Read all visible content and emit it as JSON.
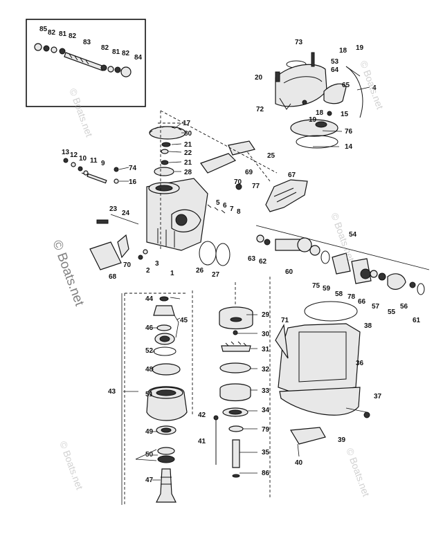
{
  "watermark": {
    "text": "© Boats.net"
  },
  "callouts": [
    "85",
    "82",
    "81",
    "82",
    "83",
    "82",
    "81",
    "82",
    "84",
    "73",
    "53",
    "64",
    "18",
    "19",
    "20",
    "72",
    "65",
    "4",
    "18",
    "19",
    "15",
    "76",
    "14",
    "17",
    "80",
    "21",
    "22",
    "21",
    "28",
    "25",
    "13",
    "12",
    "10",
    "11",
    "9",
    "74",
    "16",
    "69",
    "70",
    "77",
    "67",
    "5",
    "6",
    "7",
    "8",
    "23",
    "24",
    "54",
    "63",
    "62",
    "60",
    "75",
    "59",
    "58",
    "78",
    "66",
    "57",
    "55",
    "56",
    "61",
    "70",
    "68",
    "2",
    "3",
    "1",
    "26",
    "27",
    "44",
    "45",
    "46",
    "29",
    "30",
    "31",
    "52",
    "32",
    "48",
    "43",
    "51",
    "33",
    "71",
    "38",
    "36",
    "37",
    "42",
    "34",
    "79",
    "49",
    "41",
    "39",
    "50",
    "35",
    "40",
    "86",
    "47"
  ],
  "colors": {
    "ink": "#111111",
    "fill": "#e8e8e8",
    "paper": "#ffffff"
  }
}
